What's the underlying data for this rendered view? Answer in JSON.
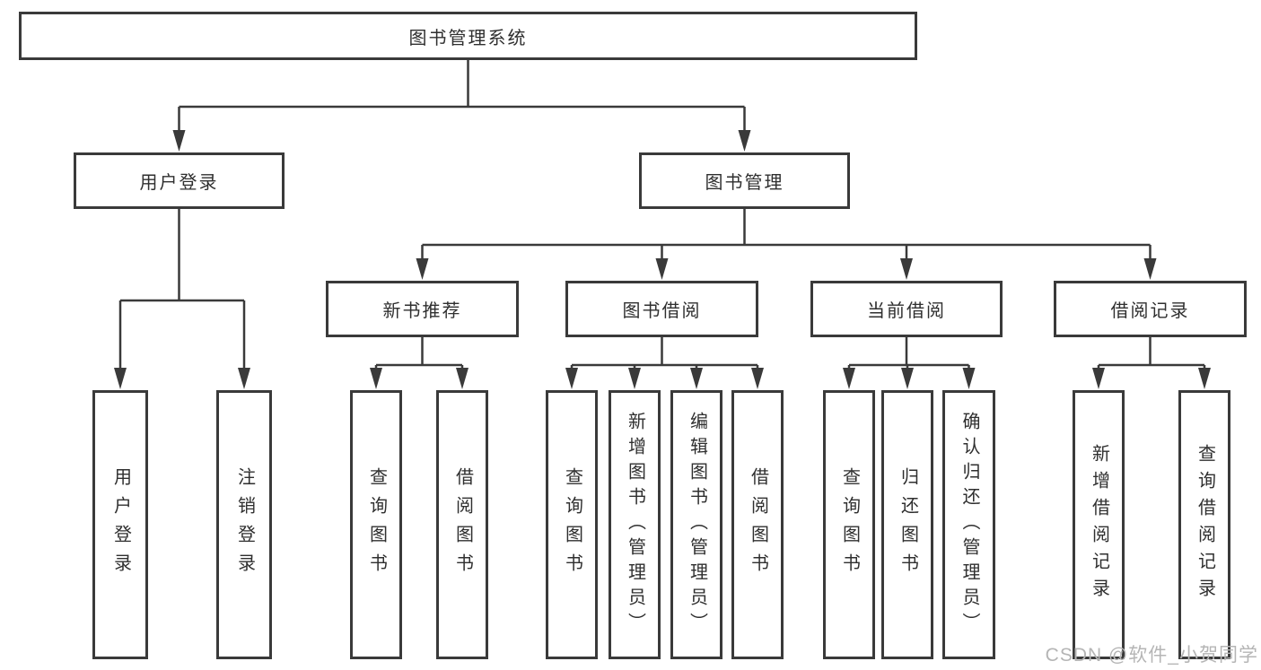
{
  "colors": {
    "line": "#3a3a3a",
    "text": "#2f2f2f",
    "background": "#ffffff",
    "watermark": "#b5b5b5"
  },
  "watermark": "CSDN @软件_小贺同学",
  "tree": {
    "root": "图书管理系统",
    "user_login": {
      "label": "用户登录",
      "children": {
        "login": "用户登录",
        "logout": "注销登录"
      }
    },
    "book_management": {
      "label": "图书管理",
      "children": {
        "new_book_recommend": {
          "label": "新书推荐",
          "children": {
            "query_books": "查询图书",
            "borrow_books": "借阅图书"
          }
        },
        "book_borrowing": {
          "label": "图书借阅",
          "children": {
            "query_books": "查询图书",
            "add_books_admin": "新增图书（管理员）",
            "edit_books_admin": "编辑图书（管理员）",
            "borrow_books": "借阅图书"
          }
        },
        "current_borrowing": {
          "label": "当前借阅",
          "children": {
            "query_books": "查询图书",
            "return_books": "归还图书",
            "confirm_return_admin": "确认归还（管理员）"
          }
        },
        "borrowing_records": {
          "label": "借阅记录",
          "children": {
            "add_record": "新增借阅记录",
            "query_record": "查询借阅记录"
          }
        }
      }
    }
  }
}
